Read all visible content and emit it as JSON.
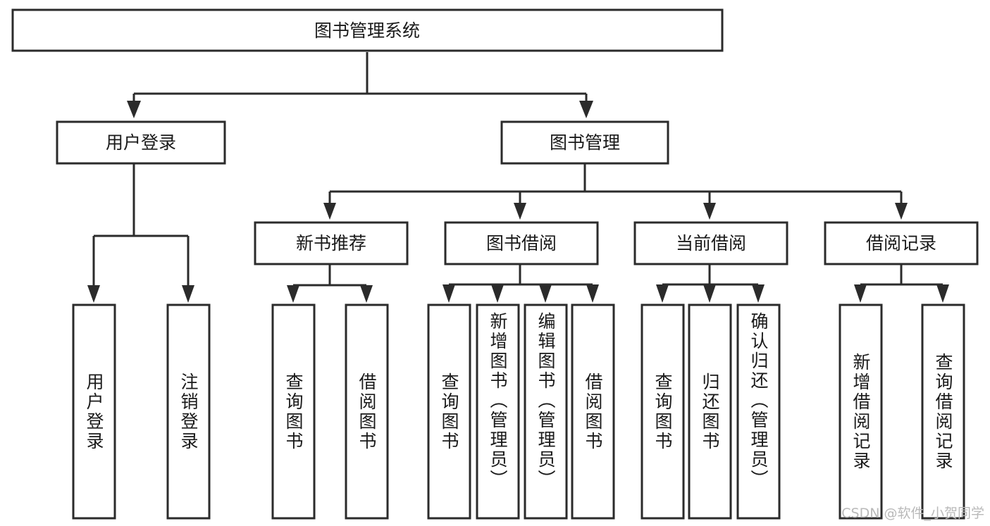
{
  "diagram": {
    "type": "tree",
    "title": "图书管理系统",
    "watermark": "CSDN @软件_小贺同学",
    "root": {
      "id": "root",
      "label": "图书管理系统"
    },
    "level2": [
      {
        "id": "user-login",
        "label": "用户登录"
      },
      {
        "id": "book-manage",
        "label": "图书管理"
      }
    ],
    "level3": [
      {
        "id": "new-book-recommend",
        "label": "新书推荐",
        "parent": "book-manage"
      },
      {
        "id": "book-borrow",
        "label": "图书借阅",
        "parent": "book-manage"
      },
      {
        "id": "current-borrow",
        "label": "当前借阅",
        "parent": "book-manage"
      },
      {
        "id": "borrow-record",
        "label": "借阅记录",
        "parent": "book-manage"
      }
    ],
    "leaves": [
      {
        "id": "leaf-user-login",
        "label": "用户登录",
        "parent": "user-login"
      },
      {
        "id": "leaf-logout",
        "label": "注销登录",
        "parent": "user-login"
      },
      {
        "id": "leaf-query-book-1",
        "label": "查询图书",
        "parent": "new-book-recommend"
      },
      {
        "id": "leaf-borrow-book-1",
        "label": "借阅图书",
        "parent": "new-book-recommend"
      },
      {
        "id": "leaf-query-book-2",
        "label": "查询图书",
        "parent": "book-borrow"
      },
      {
        "id": "leaf-add-book",
        "label": "新增图书（管理员）",
        "parent": "book-borrow"
      },
      {
        "id": "leaf-edit-book",
        "label": "编辑图书（管理员）",
        "parent": "book-borrow"
      },
      {
        "id": "leaf-borrow-book-2",
        "label": "借阅图书",
        "parent": "book-borrow"
      },
      {
        "id": "leaf-query-book-3",
        "label": "查询图书",
        "parent": "current-borrow"
      },
      {
        "id": "leaf-return-book",
        "label": "归还图书",
        "parent": "current-borrow"
      },
      {
        "id": "leaf-confirm-return",
        "label": "确认归还（管理员）",
        "parent": "current-borrow"
      },
      {
        "id": "leaf-add-record",
        "label": "新增借阅记录",
        "parent": "borrow-record"
      },
      {
        "id": "leaf-query-record",
        "label": "查询借阅记录",
        "parent": "borrow-record"
      }
    ],
    "colors": {
      "stroke": "#2b2b2b",
      "fill": "#ffffff",
      "text": "#1a1a1a",
      "watermark": "#b9b9b9"
    }
  }
}
